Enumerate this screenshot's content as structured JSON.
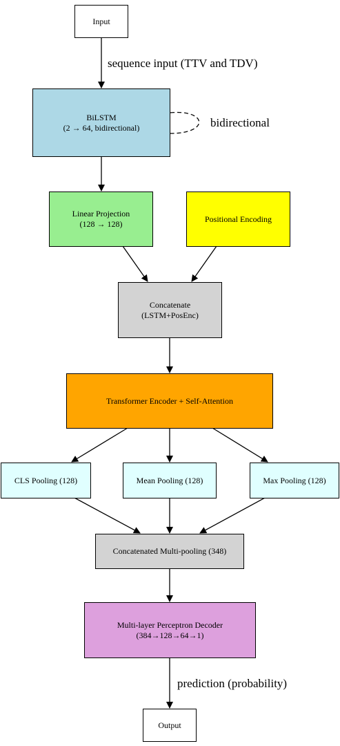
{
  "nodes": {
    "input": {
      "line1": "Input",
      "color": "#ffffff"
    },
    "bilstm": {
      "line1": "BiLSTM",
      "line2": "(2 → 64, bidirectional)",
      "color": "#add8e6"
    },
    "linear": {
      "line1": "Linear Projection",
      "line2": "(128 → 128)",
      "color": "#98ee90"
    },
    "posenc": {
      "line1": "Positional Encoding",
      "color": "#ffff00"
    },
    "concat": {
      "line1": "Concatenate",
      "line2": "(LSTM+PosEnc)",
      "color": "#d3d3d3"
    },
    "transformer": {
      "line1": "Transformer Encoder + Self-Attention",
      "color": "#ffa500"
    },
    "cls": {
      "line1": "CLS Pooling (128)",
      "color": "#e0ffff"
    },
    "mean": {
      "line1": "Mean Pooling (128)",
      "color": "#e0ffff"
    },
    "max": {
      "line1": "Max Pooling (128)",
      "color": "#e0ffff"
    },
    "multipool": {
      "line1": "Concatenated Multi-pooling (348)",
      "color": "#d3d3d3"
    },
    "mlp": {
      "line1": "Multi-layer Perceptron Decoder",
      "line2": "(384→128→64→1)",
      "color": "#dda0dd"
    },
    "output": {
      "line1": "Output",
      "color": "#ffffff"
    }
  },
  "edge_labels": {
    "sequence": "sequence input (TTV and TDV)",
    "bidirectional": "bidirectional",
    "prediction": "prediction (probability)"
  }
}
